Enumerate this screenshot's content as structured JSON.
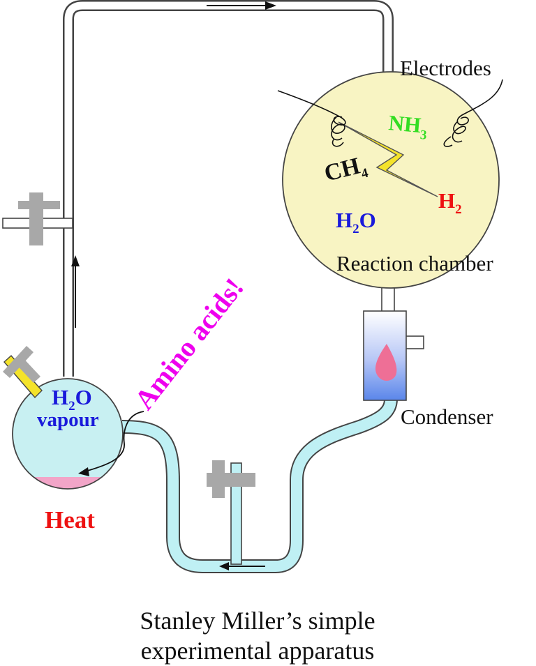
{
  "labels": {
    "electrodes": "Electrodes",
    "reaction_chamber": "Reaction chamber",
    "condenser": "Condenser",
    "heat": "Heat",
    "amino_acids": "Amino acids!",
    "vapour": "vapour",
    "caption_line1": "Stanley Miller’s simple",
    "caption_line2": "experimental apparatus"
  },
  "molecules": {
    "nh3": {
      "base": "NH",
      "sub": "3",
      "color": "#33dd22"
    },
    "ch4": {
      "base": "CH",
      "sub": "4",
      "color": "#111111"
    },
    "h2": {
      "base": "H",
      "sub": "2",
      "color": "#ee1111"
    },
    "h2o_chamber": {
      "base": "H",
      "sub": "2",
      "tail": "O",
      "color": "#1a1adb"
    },
    "h2o_flask": {
      "base": "H",
      "sub": "2",
      "tail": "O",
      "color": "#1a1adb"
    }
  },
  "colors": {
    "chamber_fill": "#f8f4c3",
    "flask_fill": "#c8f0f2",
    "tube_liquid": "#bff0f4",
    "heat_layer": "#f2a5c8",
    "valve_gray": "#a8a8a8",
    "lightning": "#f4e32a",
    "amino_text": "#ee00ee",
    "heat_text": "#ee1111",
    "flame": "#ee6f96"
  }
}
